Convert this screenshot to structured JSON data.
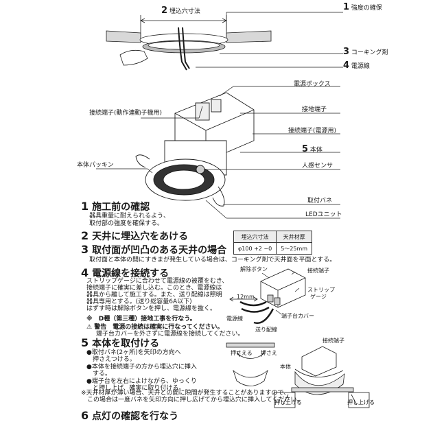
{
  "top_labels": {
    "hole_size": {
      "num": "2",
      "text": "埋込穴寸法"
    },
    "strength": {
      "num": "1",
      "text": "強度の確保"
    },
    "caulking": {
      "num": "3",
      "text": "コーキング剤"
    },
    "power_wire": {
      "num": "4",
      "text": "電源線"
    }
  },
  "part_labels": {
    "power_box": "電源ボックス",
    "terminal_linked": "接続端子(動作連動子機用)",
    "ground_terminal": "接地端子",
    "terminal_power": "接続端子(電源用)",
    "body": {
      "num": "5",
      "text": "本体"
    },
    "packing": "本体パッキン",
    "sensor": "人感センサ",
    "spring": "取付バネ",
    "led_unit": "LEDユニット"
  },
  "steps": [
    {
      "num": "1",
      "title": "施工前の確認",
      "lines": [
        "器具重量に耐えられるよう、",
        "取付部の強度を確保する。"
      ]
    },
    {
      "num": "2",
      "title": "天井に埋込穴をあける",
      "lines": []
    },
    {
      "num": "3",
      "title": "取付面が凹凸のある天井の場合",
      "lines": [
        "取付面と本体の間にすきまが発生している場合は、コーキング剤で天井面を平面とする。"
      ]
    },
    {
      "num": "4",
      "title": "電源線を接続する",
      "lines": [
        "ストリップゲージに合わせて電源線の被覆をむき、",
        "接続端子に確実に差し込む。このとき、電源線は",
        "器具から離して施工する。また、送り配線は照明",
        "器具専用とする。(送り総容量6A以下)",
        "はずす時は解除ボタンを押し、電源線を抜く。"
      ]
    },
    {
      "num": "5",
      "title": "本体を取付ける",
      "lines": [
        "●取付バネ(2ヶ所)を矢印の方向へ",
        "　押さえつける。",
        "●本体を接続端子の方から埋込穴に挿入",
        "　する。",
        "●端子台を左右によけながら、ゆっくり",
        "　と押し上げ、確実に取り付ける。"
      ]
    },
    {
      "num": "6",
      "title": "点灯の確認を行なう",
      "lines": []
    }
  ],
  "spec_table": {
    "headers": [
      "埋込穴寸法",
      "天井材厚"
    ],
    "row": [
      "φ100 +2 −0",
      "5〜25mm"
    ]
  },
  "step4_notes": {
    "d_class": "※　D種（第三種）接地工事を行なう。",
    "warning": "警告　電源の接続は確実に行なってください。",
    "warning2": "端子台カバーを外さずに電源線を接続してください。"
  },
  "step4_diagram": {
    "release_button": "解除ボタン",
    "terminal": "接続端子",
    "strip_gauge": "ストリップ\nゲージ",
    "strip_gauge_1": "ストリップ",
    "strip_gauge_2": "ゲージ",
    "length": "12mm",
    "cover": "端子台カバー",
    "power_line": "電源線",
    "feed_line": "送り配線"
  },
  "step5_diagram": {
    "press_left": "押さえる",
    "press_right": "押さえ",
    "terminal": "接続端子",
    "body": "本体",
    "push_up_left": "押し上げる",
    "push_up_right": "押し上げる"
  },
  "footnote": [
    "※天井材厚が薄い場合、天井との間に隙間が発生することがありますので、",
    "　この場合は一度バネを矢印方向に押し広げてから埋込穴に挿入してください。"
  ],
  "colors": {
    "ink": "#1a1a1a",
    "gray": "#888888",
    "light": "#d8d8d8"
  }
}
